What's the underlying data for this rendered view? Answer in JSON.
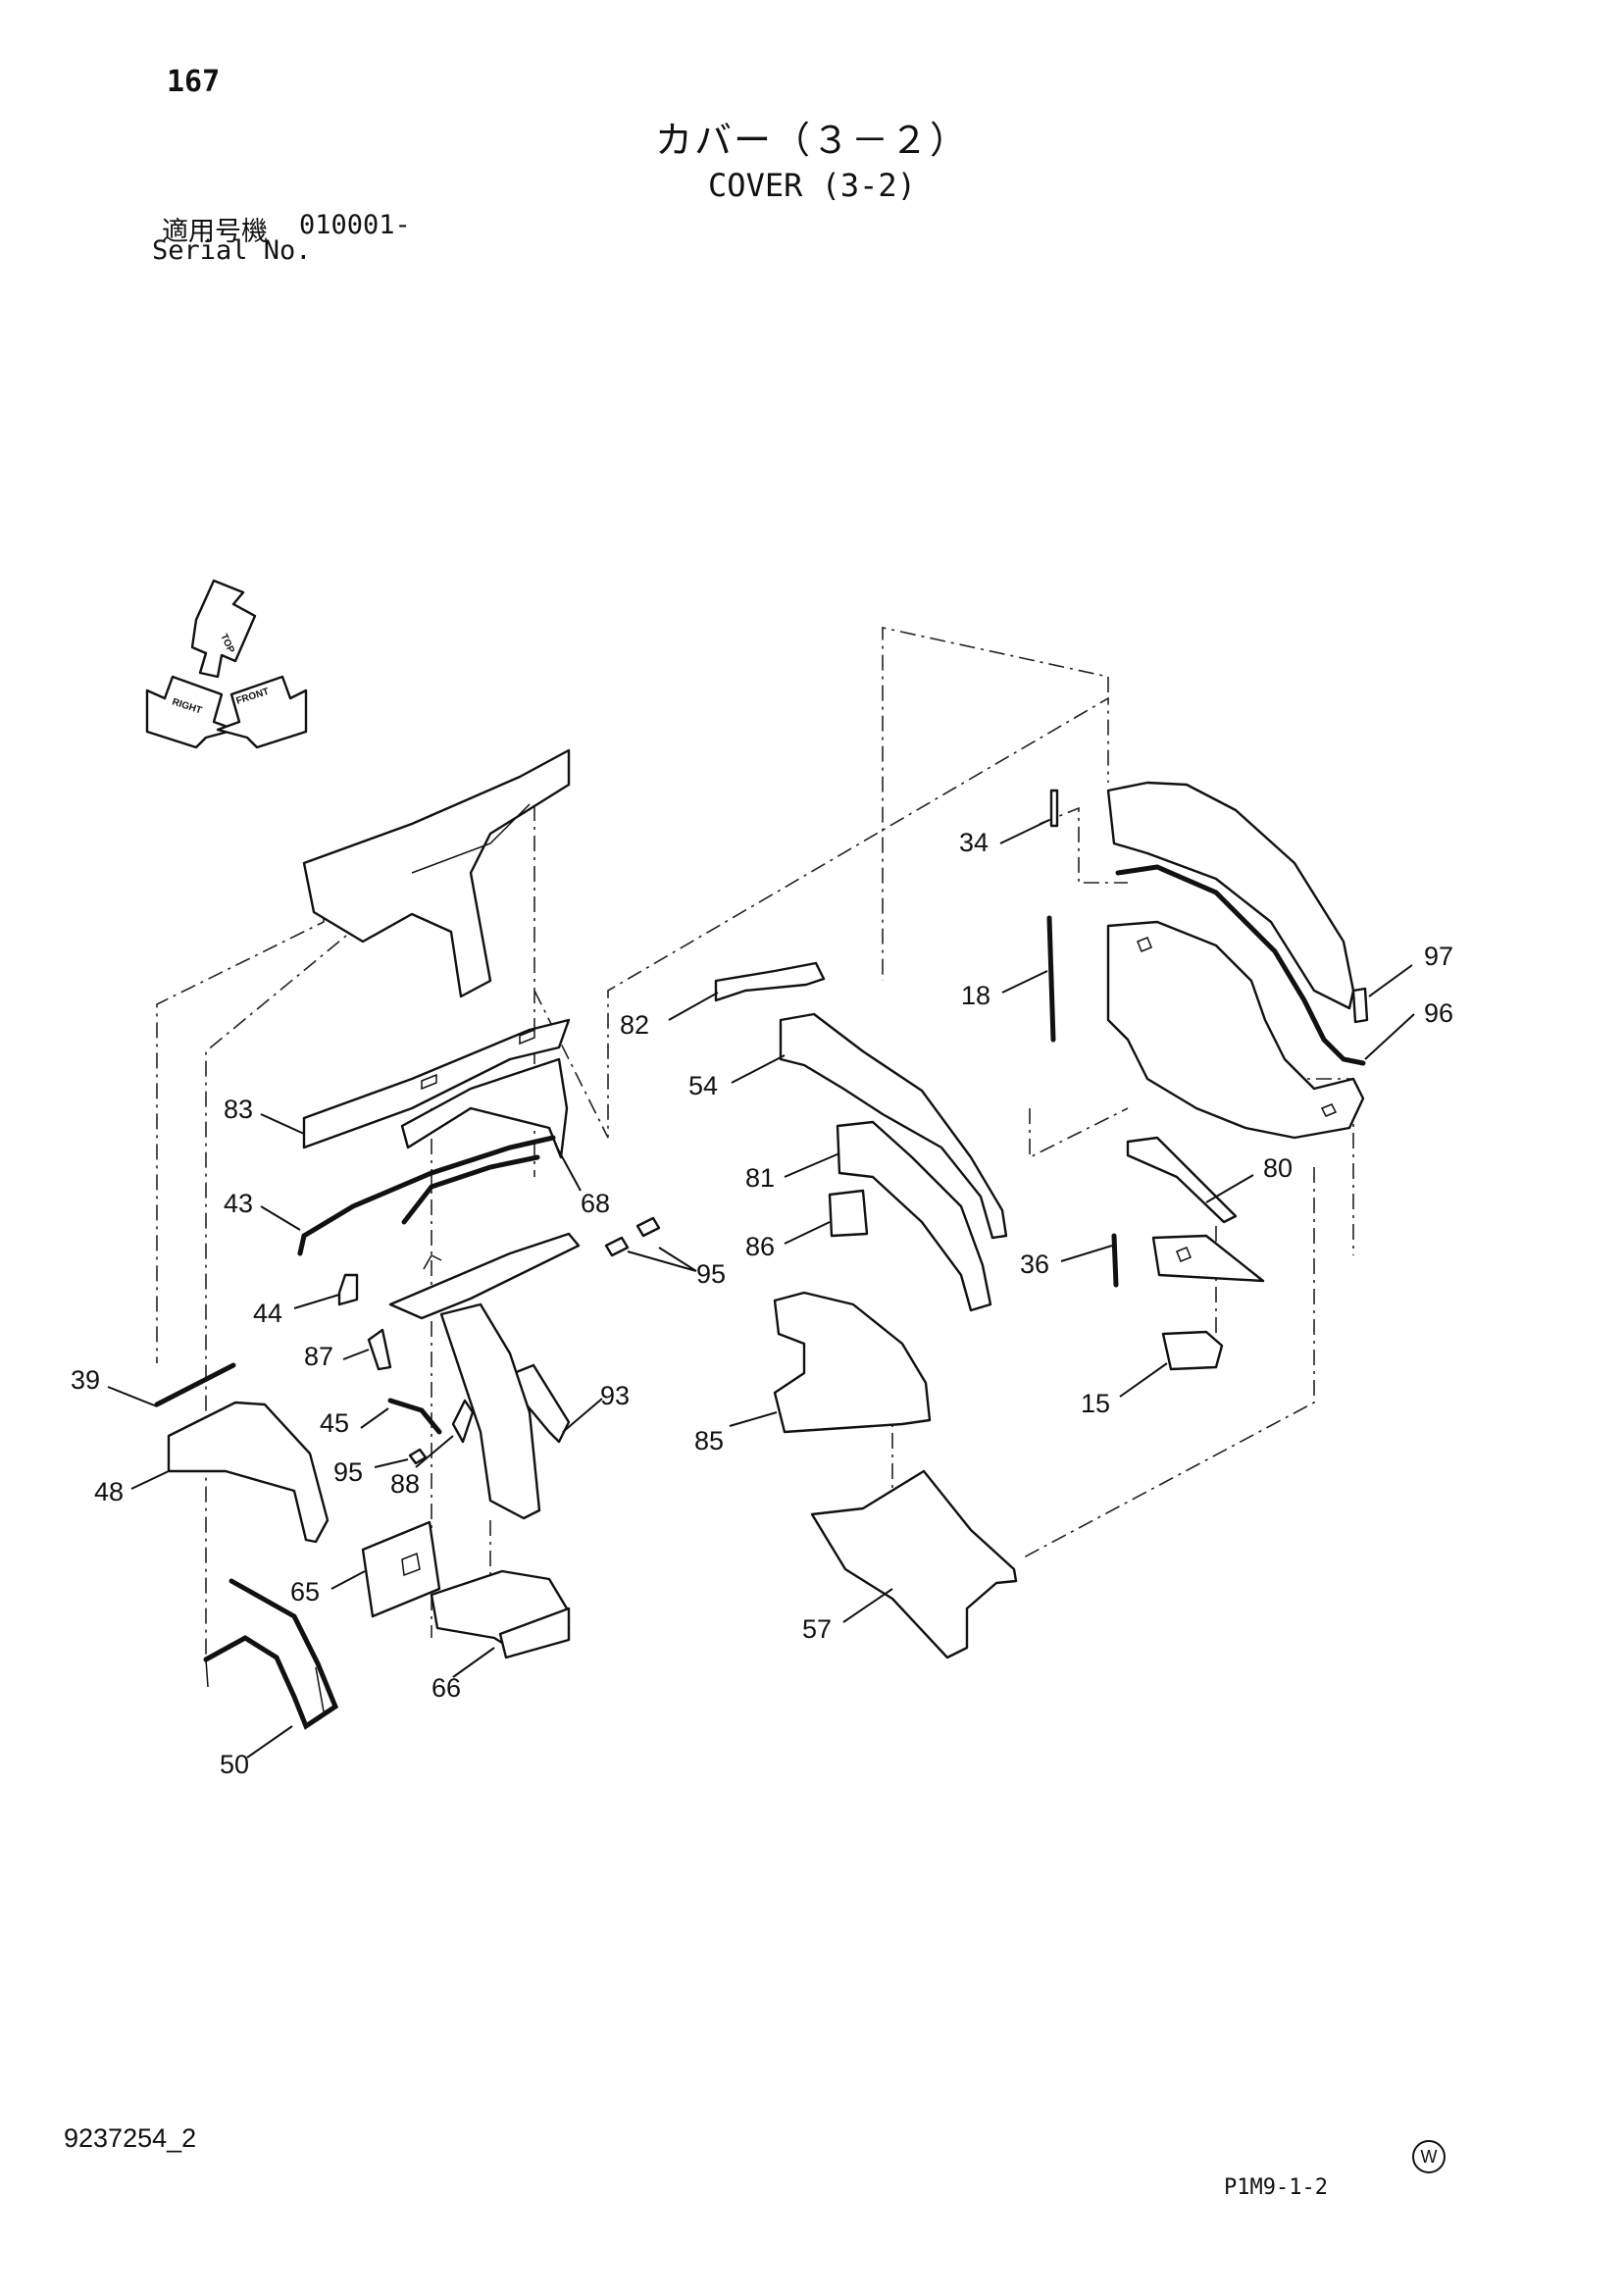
{
  "header": {
    "page_number": "167",
    "title_jp": "カバー（３－２）",
    "title_en": "COVER (3-2)",
    "serial_label_jp": "適用号機",
    "serial_value": "010001-",
    "serial_label_en": "Serial No."
  },
  "orientation_arrows": {
    "top": "TOP",
    "left": "RIGHT",
    "right": "FRONT"
  },
  "part_callouts": [
    "34",
    "18",
    "97",
    "96",
    "82",
    "54",
    "83",
    "43",
    "68",
    "81",
    "86",
    "80",
    "36",
    "95",
    "44",
    "87",
    "39",
    "45",
    "93",
    "85",
    "15",
    "48",
    "95",
    "88",
    "65",
    "57",
    "66",
    "50"
  ],
  "footer": {
    "doc_number": "9237254_2",
    "mark": "W",
    "figure_code": "P1M9-1-2"
  }
}
